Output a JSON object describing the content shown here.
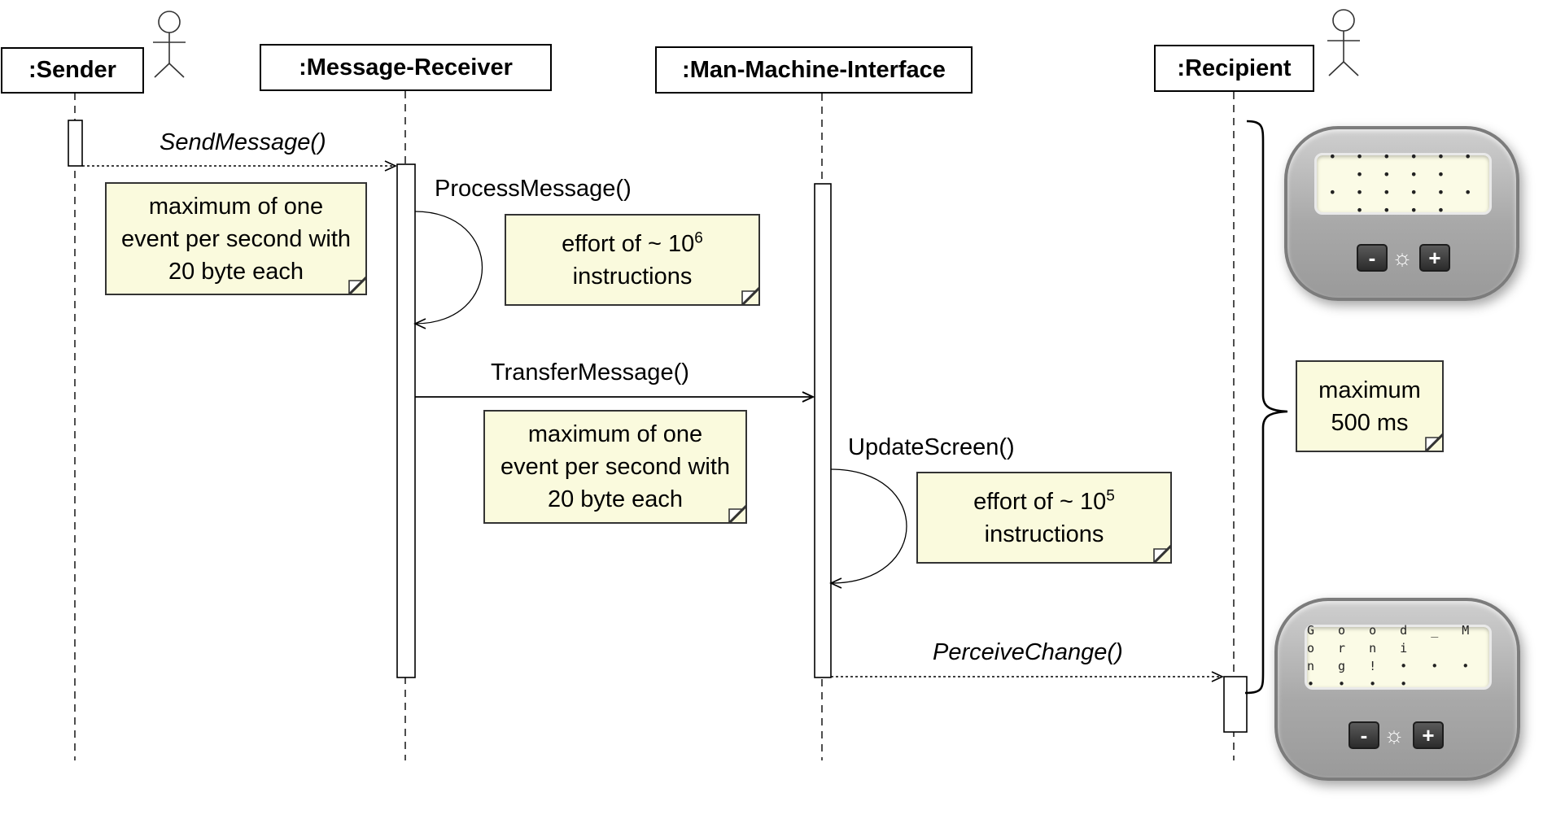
{
  "participants": {
    "sender": ":Sender",
    "message_receiver": ":Message-Receiver",
    "man_machine_interface": ":Man-Machine-Interface",
    "recipient": ":Recipient"
  },
  "messages": {
    "send_message": "SendMessage()",
    "process_message": "ProcessMessage()",
    "transfer_message": "TransferMessage()",
    "update_screen": "UpdateScreen()",
    "perceive_change": "PerceiveChange()"
  },
  "notes": {
    "sender_rate": [
      "maximum of one",
      "event per second with",
      "20 byte each"
    ],
    "process_effort": {
      "prefix": "effort of ~ 10",
      "exponent": "6",
      "suffix": "instructions"
    },
    "transfer_rate": [
      "maximum of one",
      "event per second with",
      "20 byte each"
    ],
    "update_effort": {
      "prefix": "effort of ~ 10",
      "exponent": "5",
      "suffix": "instructions"
    },
    "max_latency": [
      "maximum",
      "500 ms"
    ]
  },
  "devices": {
    "before": {
      "screen_rows": [
        "• • • • • • • • • •",
        "• • • • • • • • • •"
      ],
      "minus_label": "-",
      "plus_label": "+",
      "brightness_icon": "☼"
    },
    "after": {
      "screen_rows": [
        "G o o d _ M o r n i",
        "n g ! • • • • • • •"
      ],
      "minus_label": "-",
      "plus_label": "+",
      "brightness_icon": "☼"
    }
  }
}
